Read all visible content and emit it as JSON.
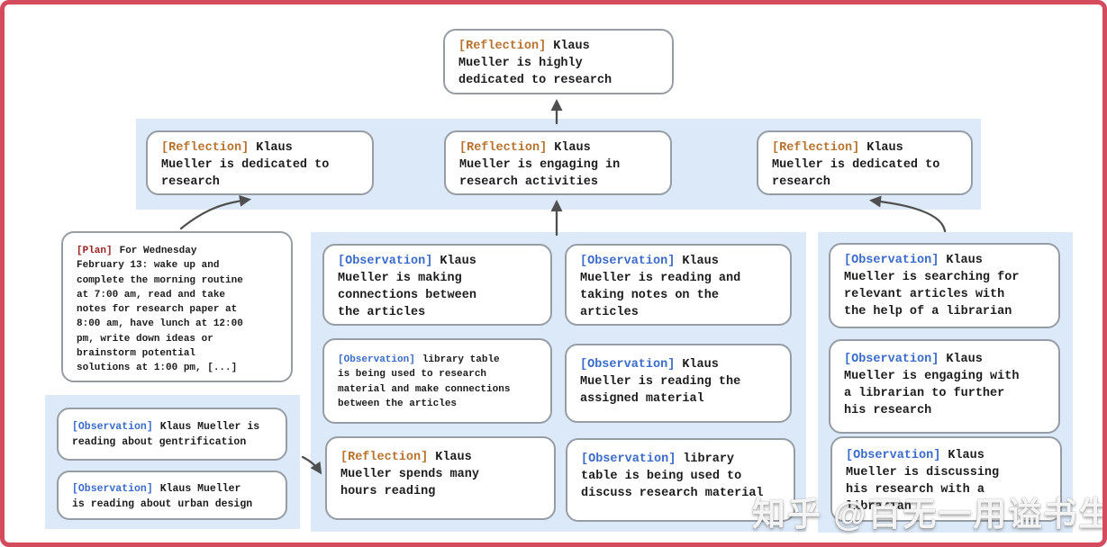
{
  "colors": {
    "frame_border": "#d44b5e",
    "band_background": "#dce9f8",
    "node_border": "#979da5",
    "reflection_tag": "#b8732e",
    "plan_tag": "#9c2020",
    "observation_tag": "#3a6bc9",
    "arrow": "#4f4f4f",
    "text": "#1c1c1c"
  },
  "watermark": "知乎 @百无一用谥书生",
  "nodes": {
    "top_reflection": {
      "tag": "[Reflection]",
      "text": "Klaus\nMueller is highly\ndedicated to research"
    },
    "row2_left_reflection": {
      "tag": "[Reflection]",
      "text": "Klaus\nMueller is dedicated to\nresearch"
    },
    "row2_middle_reflection": {
      "tag": "[Reflection]",
      "text": "Klaus\nMueller is engaging in\nresearch activities"
    },
    "row2_right_reflection": {
      "tag": "[Reflection]",
      "text": "Klaus\nMueller is dedicated to\nresearch"
    },
    "plan": {
      "tag": "[Plan]",
      "text": "For Wednesday\nFebruary 13: wake up and\ncomplete the morning routine\nat 7:00 am, read and take\nnotes for research paper at\n8:00 am, have lunch at 12:00\npm, write down ideas or\nbrainstorm potential\nsolutions at 1:00 pm, [...]"
    },
    "obs_gentrification": {
      "tag": "[Observation]",
      "text": "Klaus Mueller is\nreading about gentrification"
    },
    "obs_urban_design": {
      "tag": "[Observation]",
      "text": "Klaus Mueller\nis reading about urban design"
    },
    "obs_connections": {
      "tag": "[Observation]",
      "text": "Klaus\nMueller is making\nconnections between\nthe articles"
    },
    "obs_library_research": {
      "tag": "[Observation]",
      "text": "library table\nis being used to research\nmaterial and make connections\nbetween the articles"
    },
    "reflection_hours_reading": {
      "tag": "[Reflection]",
      "text": "Klaus\nMueller spends many\nhours reading"
    },
    "obs_taking_notes": {
      "tag": "[Observation]",
      "text": "Klaus\nMueller is reading and\ntaking notes on the\narticles"
    },
    "obs_assigned_material": {
      "tag": "[Observation]",
      "text": "Klaus\nMueller is reading the\nassigned material"
    },
    "obs_library_discuss": {
      "tag": "[Observation]",
      "text": "library\ntable is being used to\ndiscuss research material"
    },
    "obs_searching_articles": {
      "tag": "[Observation]",
      "text": "Klaus\nMueller is searching for\nrelevant articles with\nthe help of a librarian"
    },
    "obs_engaging_librarian": {
      "tag": "[Observation]",
      "text": "Klaus\nMueller is engaging with\na librarian to further\nhis research"
    },
    "obs_discussing_librarian": {
      "tag": "[Observation]",
      "text": "Klaus\nMueller is discussing\nhis research with a\nlibrarian"
    }
  }
}
